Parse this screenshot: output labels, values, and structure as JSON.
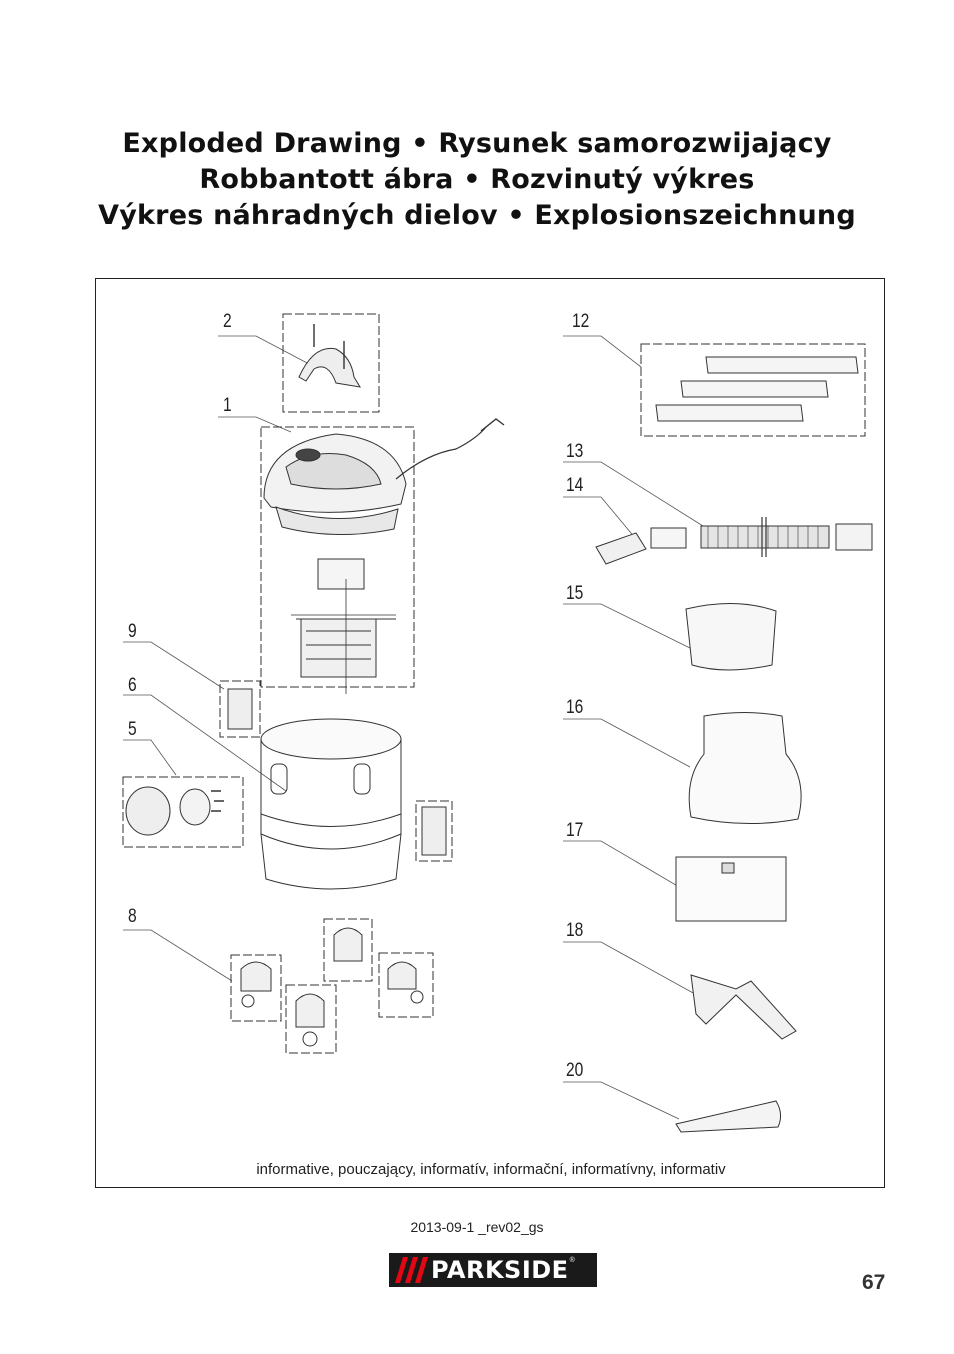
{
  "title": {
    "line1": "Exploded Drawing • Rysunek samorozwijający",
    "line2": "Robbantott ábra • Rozvinutý výkres",
    "line3": "Výkres náhradných dielov • Explosionszeichnung"
  },
  "diagram": {
    "part_numbers": [
      "2",
      "1",
      "9",
      "6",
      "5",
      "8",
      "12",
      "13",
      "14",
      "15",
      "16",
      "17",
      "18",
      "20"
    ],
    "caption": "informative, pouczający, informatív, informační, informatívny, informativ"
  },
  "footer": {
    "revision": "2013-09-1  _rev02_gs",
    "logo": "PARKSIDE",
    "page_number": "67"
  }
}
